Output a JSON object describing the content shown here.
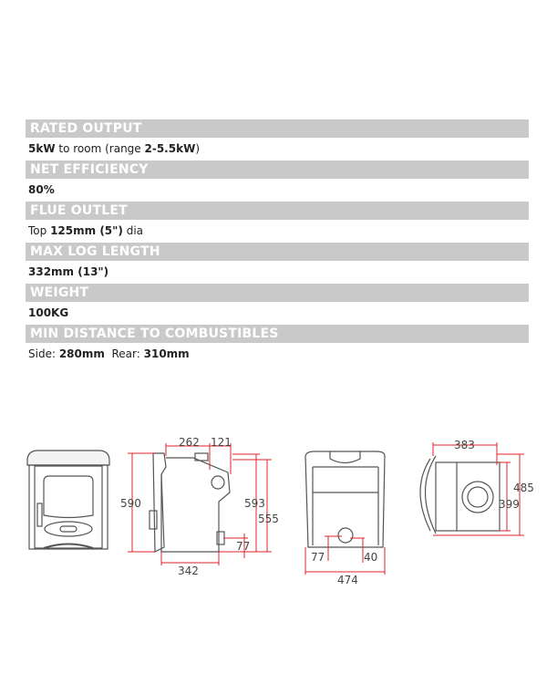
{
  "specs": [
    {
      "heading": "RATED OUTPUT",
      "parts": [
        {
          "t": "5kW",
          "b": true
        },
        {
          "t": " to room (range ",
          "b": false
        },
        {
          "t": "2-5.5kW",
          "b": true
        },
        {
          "t": ")",
          "b": false
        }
      ]
    },
    {
      "heading": "NET EFFICIENCY",
      "parts": [
        {
          "t": "80%",
          "b": true
        }
      ]
    },
    {
      "heading": "FLUE OUTLET",
      "parts": [
        {
          "t": "Top ",
          "b": false
        },
        {
          "t": "125mm (5\")",
          "b": true
        },
        {
          "t": " dia",
          "b": false
        }
      ]
    },
    {
      "heading": "MAX LOG LENGTH",
      "parts": [
        {
          "t": "332mm (13\")",
          "b": true
        }
      ]
    },
    {
      "heading": "WEIGHT",
      "parts": [
        {
          "t": "100KG",
          "b": true
        }
      ]
    },
    {
      "heading": "MIN DISTANCE TO COMBUSTIBLES",
      "parts": [
        {
          "t": "Side: ",
          "b": false
        },
        {
          "t": "280mm",
          "b": true
        },
        {
          "t": "  Rear: ",
          "b": false
        },
        {
          "t": "310mm",
          "b": true
        }
      ]
    }
  ],
  "dimensions": {
    "side": {
      "depth_top": "262",
      "flue_offset": "121",
      "height_front": "590",
      "height_flue": "593",
      "height_body": "555",
      "rear_outlet_height": "77",
      "depth_base": "342"
    },
    "rear": {
      "outlet_height": "77",
      "outlet_offset": "40",
      "width": "474"
    },
    "top": {
      "flue_from_front": "383",
      "depth": "485",
      "inner_depth": "399"
    }
  },
  "colors": {
    "header_bg": "#c9c9c9",
    "dimension_line": "#e0232b",
    "drawing": "#555555"
  }
}
